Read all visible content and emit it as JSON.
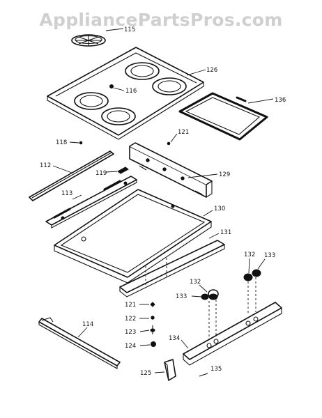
{
  "watermark": "AppliancePartsPros.com",
  "callouts": {
    "c115": "115",
    "c116": "116",
    "c126": "126",
    "c136": "136",
    "c118": "118",
    "c121a": "121",
    "c112": "112",
    "c119": "119",
    "c129": "129",
    "c113": "113",
    "c130": "130",
    "c131": "131",
    "c132a": "132",
    "c133a": "133",
    "c132b": "132",
    "c133b": "133",
    "c121b": "121",
    "c122": "122",
    "c123": "123",
    "c124": "124",
    "c114": "114",
    "c134": "134",
    "c125": "125",
    "c135": "135"
  }
}
